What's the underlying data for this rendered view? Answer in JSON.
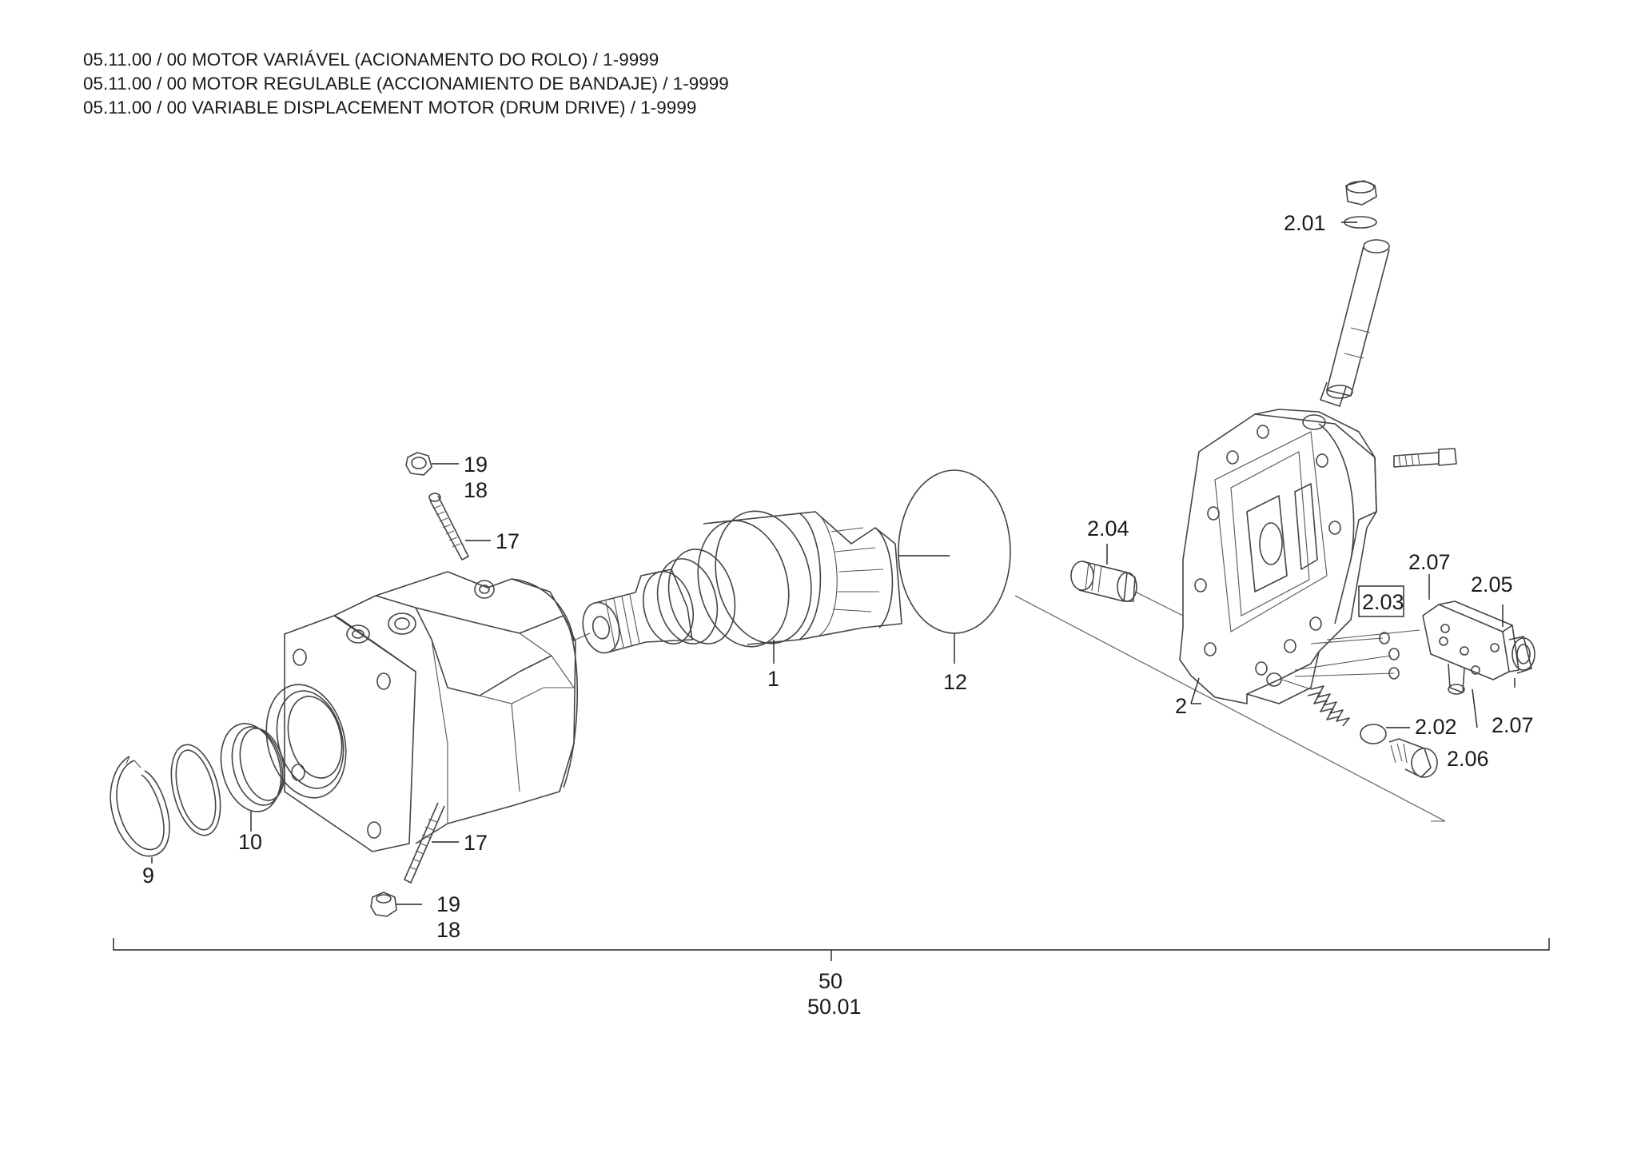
{
  "header": {
    "line1": "05.11.00 / 00 MOTOR VARIÁVEL (ACIONAMENTO DO ROLO) / 1-9999",
    "line2": "05.11.00 / 00 MOTOR REGULABLE (ACCIONAMIENTO DE BANDAJE) / 1-9999",
    "line3": "05.11.00 / 00 VARIABLE DISPLACEMENT MOTOR (DRUM DRIVE) / 1-9999"
  },
  "callouts": {
    "c201": "2.01",
    "c19a": "19",
    "c18a": "18",
    "c17a": "17",
    "c204": "2.04",
    "c207a": "2.07",
    "c205": "2.05",
    "c203": "2.03",
    "c1": "1",
    "c12": "12",
    "c2": "2",
    "c202": "2.02",
    "c207b": "2.07",
    "c206": "2.06",
    "c10": "10",
    "c9": "9",
    "c17b": "17",
    "c19b": "19",
    "c18b": "18",
    "c50": "50",
    "c5001": "50.01"
  }
}
